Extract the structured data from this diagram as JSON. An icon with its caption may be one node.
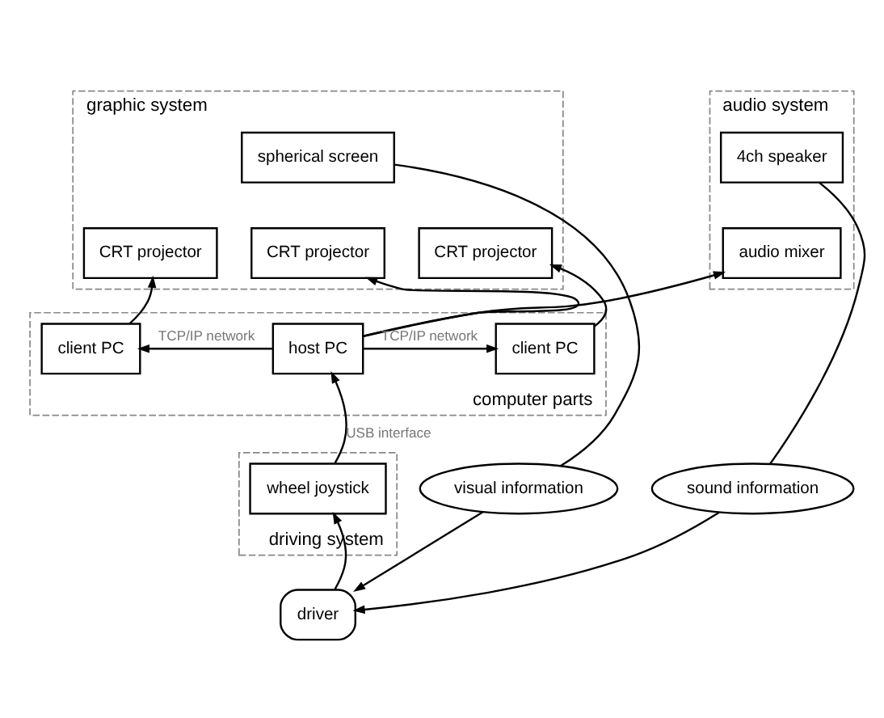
{
  "diagram": {
    "nodes": [
      {
        "text": [
          "graphic system"
        ]
      },
      {
        "text": [
          "spherical screen"
        ],
        "in": 0
      },
      {
        "text": [
          "CRT projector"
        ],
        "in": 0
      },
      {
        "text": [
          "CRT projector"
        ],
        "in": 0
      },
      {
        "text": [
          "CRT projector"
        ],
        "in": 0
      },
      {
        "text": [
          "audio system"
        ]
      },
      {
        "text": [
          "4ch speaker"
        ],
        "in": 5
      },
      {
        "text": [
          "audio mixer"
        ],
        "in": 5
      },
      {
        "text": [
          "computer parts"
        ]
      },
      {
        "text": [
          "client PC"
        ],
        "in": 8
      },
      {
        "text": [
          "host PC"
        ],
        "in": 8
      },
      {
        "text": [
          "client PC"
        ],
        "in": 8
      },
      {
        "text": [
          "driving system"
        ]
      },
      {
        "text": [
          "wheel joystick"
        ],
        "in": 12
      },
      {
        "text": [
          "visual information"
        ]
      },
      {
        "text": [
          "sound information"
        ]
      },
      {
        "text": [
          "driver"
        ]
      }
    ],
    "edges": [
      {
        "from": 9,
        "to": 2,
        "arrow": "to"
      },
      {
        "from": 10,
        "to": 3,
        "arrow": "to"
      },
      {
        "from": 11,
        "to": 4,
        "arrow": "to"
      },
      {
        "from": 10,
        "to": 9,
        "arrow": "to",
        "label": "TCP/IP network"
      },
      {
        "from": 10,
        "to": 11,
        "arrow": "to",
        "label": "TCP/IP network"
      },
      {
        "from": 10,
        "to": 7,
        "arrow": "to"
      },
      {
        "from": 13,
        "to": 10,
        "arrow": "to",
        "label": "USB interface"
      },
      {
        "from": 16,
        "to": 13,
        "arrow": "to"
      },
      {
        "from": 1,
        "to": 14,
        "arrow": "none"
      },
      {
        "from": 14,
        "to": 16,
        "arrow": "to"
      },
      {
        "from": 6,
        "to": 15,
        "arrow": "none"
      },
      {
        "from": 15,
        "to": 16,
        "arrow": "to"
      }
    ]
  }
}
